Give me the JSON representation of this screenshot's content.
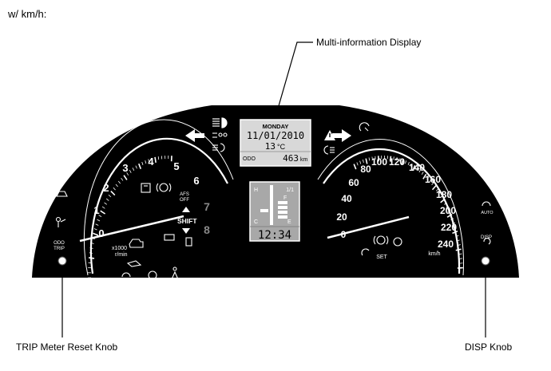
{
  "header": {
    "title": "w/ km/h:"
  },
  "callouts": {
    "mid": "Multi-information Display",
    "trip": "TRIP Meter Reset Knob",
    "disp": "DISP Knob"
  },
  "display": {
    "day": "MONDAY",
    "date": "11/01/2010",
    "temp": "13",
    "temp_unit": "°C",
    "odo_label": "ODO",
    "odo_value": "463",
    "odo_unit": "km"
  },
  "tachometer": {
    "ticks": [
      "0",
      "1",
      "2",
      "3",
      "4",
      "5",
      "6",
      "7",
      "8"
    ],
    "unit_line1": "x1000",
    "unit_line2": "r/min",
    "value_x1000": 0.4,
    "shift_label": "SHIFT",
    "afs_label_1": "AFS",
    "afs_label_2": "OFF",
    "odo_trip_1": "ODO",
    "odo_trip_2": "TRIP"
  },
  "speedometer": {
    "ticks": [
      "0",
      "20",
      "40",
      "60",
      "80",
      "100",
      "120",
      "140",
      "160",
      "180",
      "200",
      "220",
      "240"
    ],
    "unit": "km/h",
    "value_kmh": 2,
    "set_label": "SET",
    "auto_label": "AUTO",
    "disp_label": "DISP"
  },
  "gear_display": {
    "h_label": "H",
    "c_label": "C",
    "e_label": "E",
    "f_label": "F",
    "fraction": "1/1",
    "clock": "12:34"
  }
}
